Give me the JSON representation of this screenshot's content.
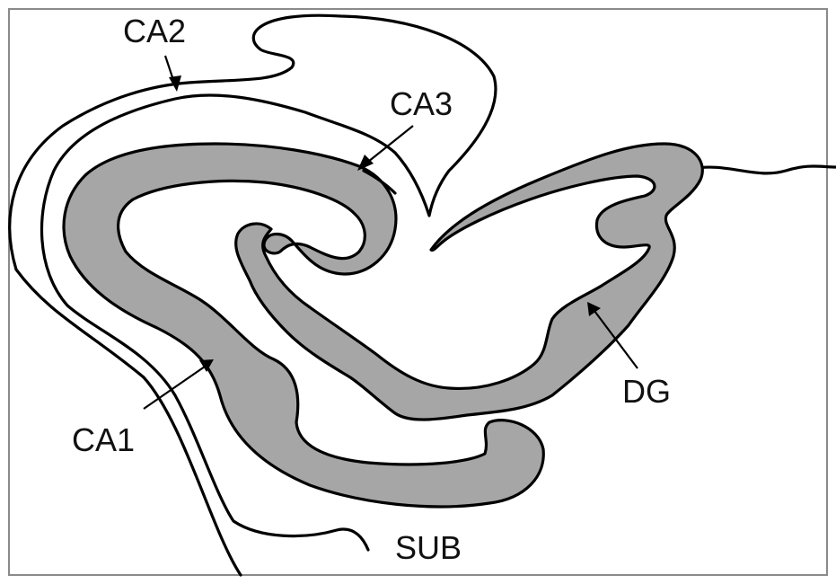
{
  "labels": {
    "ca2": "CA2",
    "ca3": "CA3",
    "ca1": "CA1",
    "dg": "DG",
    "sub": "SUB"
  },
  "colors": {
    "band_fill": "#a6a6a6",
    "outline": "#000000",
    "background": "#ffffff",
    "frame": "#8a8a8a"
  }
}
